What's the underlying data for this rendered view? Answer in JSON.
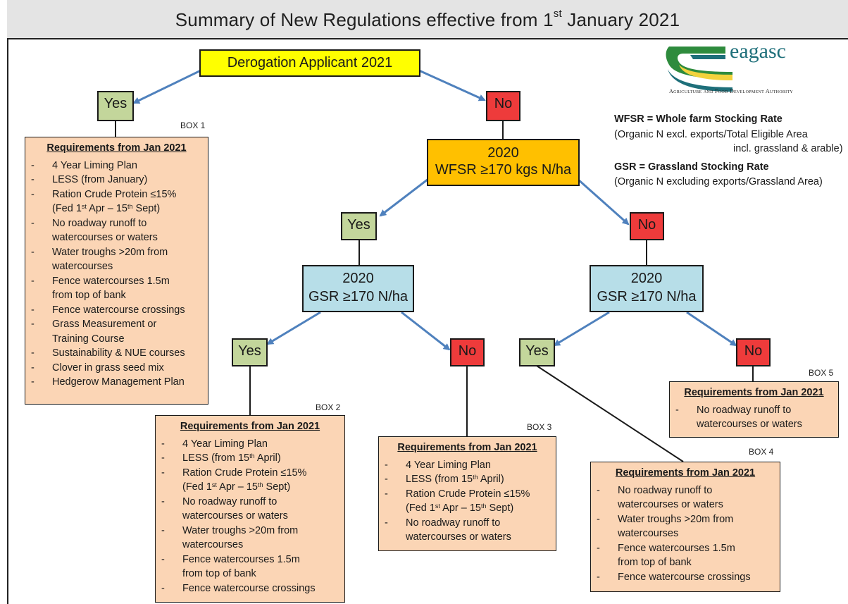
{
  "title": {
    "main": "Summary of New Regulations effective from 1",
    "sup": "st",
    "tail": " January 2021"
  },
  "logo": {
    "wordmark": "eagasc",
    "tagline": "Agriculture and Food Development Authority",
    "colors": {
      "green": "#2e8b3d",
      "yellow": "#f2d23c",
      "teal": "#1e6f7a"
    }
  },
  "legend": {
    "wfsr_term": "WFSR = Whole farm Stocking Rate",
    "wfsr_def1": "(Organic N excl. exports/Total Eligible Area",
    "wfsr_def2": "incl. grassland & arable)",
    "gsr_term": "GSR = Grassland Stocking Rate",
    "gsr_def": "(Organic N excluding exports/Grassland Area)"
  },
  "nodes": {
    "top": "Derogation Applicant 2021",
    "yes1": "Yes",
    "no1": "No",
    "wfsr_year": "2020",
    "wfsr_line": "WFSR ≥170 kgs N/ha",
    "yes2": "Yes",
    "no2": "No",
    "gsr_left_year": "2020",
    "gsr_left_line": "GSR ≥170 N/ha",
    "gsr_right_year": "2020",
    "gsr_right_line": "GSR ≥170 N/ha",
    "yes3": "Yes",
    "no3": "No",
    "yes4": "Yes",
    "no4": "No"
  },
  "boxes": {
    "box1": {
      "label": "BOX 1",
      "heading": "Requirements from Jan 2021",
      "items": [
        "4 Year Liming Plan",
        "LESS (from January)",
        "Ration Crude Protein ≤15%",
        "No roadway runoff to",
        "Water troughs >20m from",
        "Fence watercourses 1.5m",
        "Fence watercourse crossings",
        "Grass Measurement or",
        "Sustainability & NUE courses",
        "Clover in grass seed mix",
        "Hedgerow Management Plan"
      ],
      "cont": {
        "fed_a": "(Fed 1",
        "fed_sup1": "st",
        "fed_b": " Apr – 15",
        "fed_sup2": "th",
        "fed_c": " Sept)",
        "waters": "watercourses or waters",
        "watercourses": "watercourses",
        "bank": "from top of bank",
        "training": "Training Course"
      }
    },
    "box2": {
      "label": "BOX 2",
      "heading": "Requirements from Jan 2021",
      "liming": "4 Year Liming Plan",
      "less_a": "LESS (from 15",
      "less_sup": "th",
      "less_b": " April)",
      "ration": "Ration Crude Protein ≤15%",
      "fed_a": "(Fed 1",
      "fed_sup1": "st",
      "fed_b": " Apr – 15",
      "fed_sup2": "th",
      "fed_c": " Sept)",
      "runoff": "No roadway runoff to",
      "runoff2": "watercourses or waters",
      "troughs": "Water troughs >20m from",
      "troughs2": "watercourses",
      "fence": "Fence watercourses 1.5m",
      "fence2": "from top of bank",
      "crossings": "Fence watercourse crossings"
    },
    "box3": {
      "label": "BOX 3",
      "heading": "Requirements from Jan 2021",
      "liming": "4 Year Liming Plan",
      "less_a": "LESS (from 15",
      "less_sup": "th",
      "less_b": " April)",
      "ration": "Ration Crude Protein ≤15%",
      "fed_a": "(Fed 1",
      "fed_sup1": "st",
      "fed_b": " Apr – 15",
      "fed_sup2": "th",
      "fed_c": " Sept)",
      "runoff": "No roadway runoff to",
      "runoff2": "watercourses or waters"
    },
    "box4": {
      "label": "BOX 4",
      "heading": "Requirements from Jan 2021",
      "runoff": "No roadway runoff to",
      "runoff2": "watercourses or waters",
      "troughs": "Water troughs >20m from",
      "troughs2": "watercourses",
      "fence": "Fence watercourses 1.5m",
      "fence2": "from top of bank",
      "crossings": "Fence watercourse crossings"
    },
    "box5": {
      "label": "BOX 5",
      "heading": "Requirements from Jan 2021",
      "runoff": "No roadway runoff to",
      "runoff2": "watercourses or waters"
    }
  },
  "dash": "-",
  "colors": {
    "yes_fill": "#c3d69b",
    "no_fill": "#ee3b3b",
    "top_fill": "#ffff00",
    "wfsr_fill": "#ffc000",
    "gsr_fill": "#b7dee8",
    "box_fill": "#fbd5b5",
    "arrow": "#4f81bd"
  }
}
